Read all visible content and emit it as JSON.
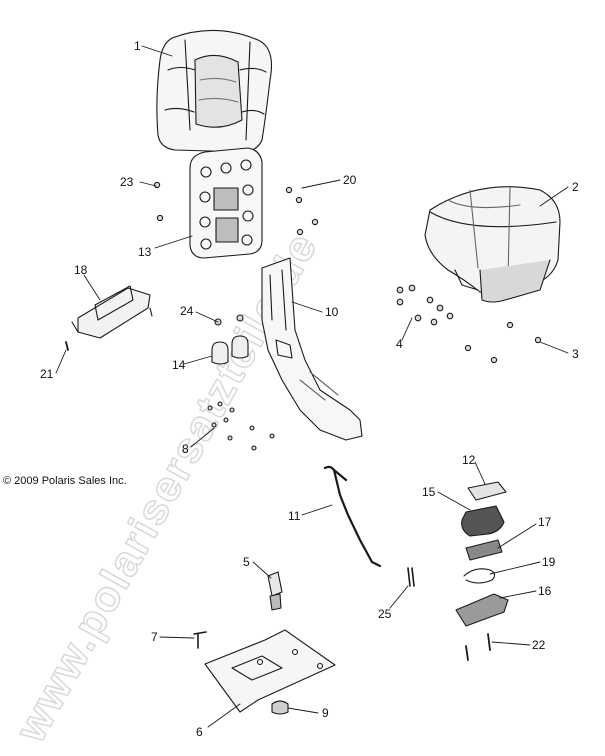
{
  "watermark": "www.polarisersatzteile.de",
  "copyright": "© 2009 Polaris Sales Inc.",
  "callouts": [
    "1",
    "2",
    "3",
    "4",
    "5",
    "6",
    "7",
    "8",
    "9",
    "10",
    "11",
    "12",
    "13",
    "14",
    "15",
    "16",
    "17",
    "19",
    "20",
    "21",
    "22",
    "23",
    "24",
    "25",
    "18"
  ],
  "parts": [
    {
      "name": "backrest-cushion",
      "callout": "1"
    },
    {
      "name": "seat-cushion",
      "callout": "2"
    },
    {
      "name": "nut",
      "callout": "3"
    },
    {
      "name": "nut",
      "callout": "4"
    },
    {
      "name": "latch",
      "callout": "5"
    },
    {
      "name": "mounting-plate",
      "callout": "6"
    },
    {
      "name": "bolt",
      "callout": "7"
    },
    {
      "name": "screw",
      "callout": "8"
    },
    {
      "name": "bumper",
      "callout": "9"
    },
    {
      "name": "backrest-support-frame",
      "callout": "10"
    },
    {
      "name": "release-rod",
      "callout": "11"
    },
    {
      "name": "plate",
      "callout": "12"
    },
    {
      "name": "backrest-base",
      "callout": "13"
    },
    {
      "name": "bumper",
      "callout": "14"
    },
    {
      "name": "pad",
      "callout": "15"
    },
    {
      "name": "latch-housing",
      "callout": "16"
    },
    {
      "name": "latch-bracket",
      "callout": "17"
    },
    {
      "name": "bracket",
      "callout": "18"
    },
    {
      "name": "spring-clip",
      "callout": "19"
    },
    {
      "name": "screw",
      "callout": "20"
    },
    {
      "name": "screw",
      "callout": "21"
    },
    {
      "name": "bolt",
      "callout": "22"
    },
    {
      "name": "nut",
      "callout": "23"
    },
    {
      "name": "nut",
      "callout": "24"
    },
    {
      "name": "pin",
      "callout": "25"
    }
  ]
}
